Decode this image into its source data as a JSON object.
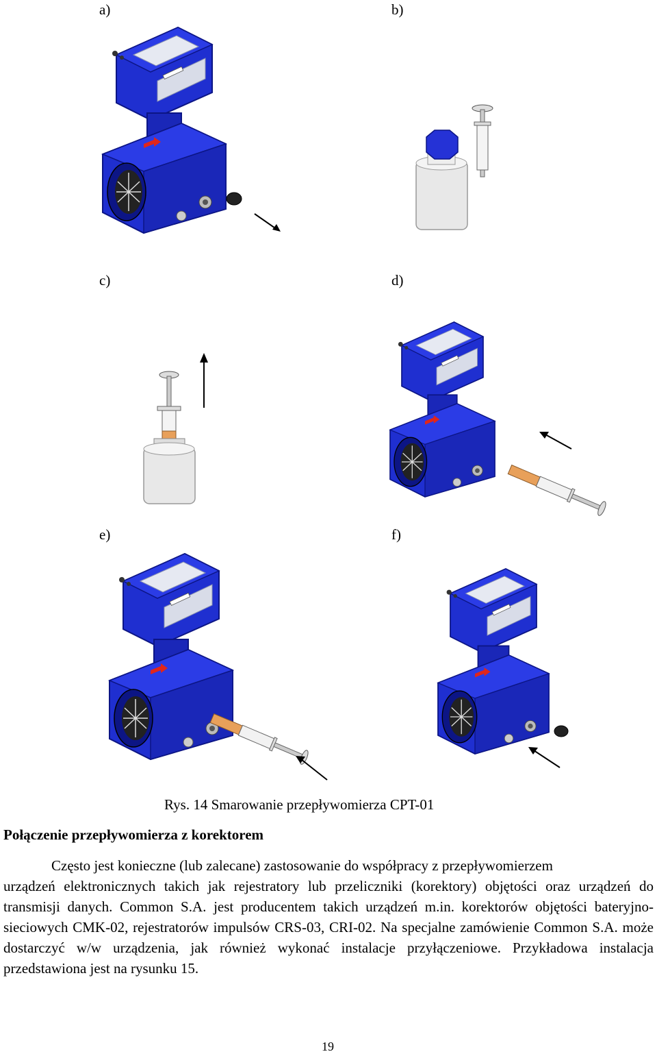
{
  "figure": {
    "panel_labels": [
      "a)",
      "b)",
      "c)",
      "d)",
      "e)",
      "f)"
    ],
    "caption": "Rys. 14  Smarowanie przepływomierza CPT-01"
  },
  "section": {
    "heading": "Połączenie przepływomierza z korektorem",
    "paragraph_first": "Często jest konieczne (lub zalecane) zastosowanie do współpracy z przepływomierzem",
    "paragraph_rest": "urządzeń elektronicznych takich jak rejestratory lub przeliczniki (korektory) objętości oraz urządzeń do transmisji danych. Common S.A. jest producentem takich urządzeń m.in. korektorów objętości bateryjno-sieciowych CMK-02, rejestratorów impulsów CRS-03, CRI-02. Na specjalne zamówienie Common S.A. może dostarczyć w/w urządzenia, jak również wykonać instalacje przyłączeniowe. Przykładowa instalacja przedstawiona jest na rysunku 15."
  },
  "page_number": "19",
  "colors": {
    "meter_blue": "#1f2fd0",
    "meter_dark": "#0c1585",
    "arrow_red": "#e0261a",
    "syringe_orange": "#e8a05a",
    "cap_dark": "#222222"
  }
}
